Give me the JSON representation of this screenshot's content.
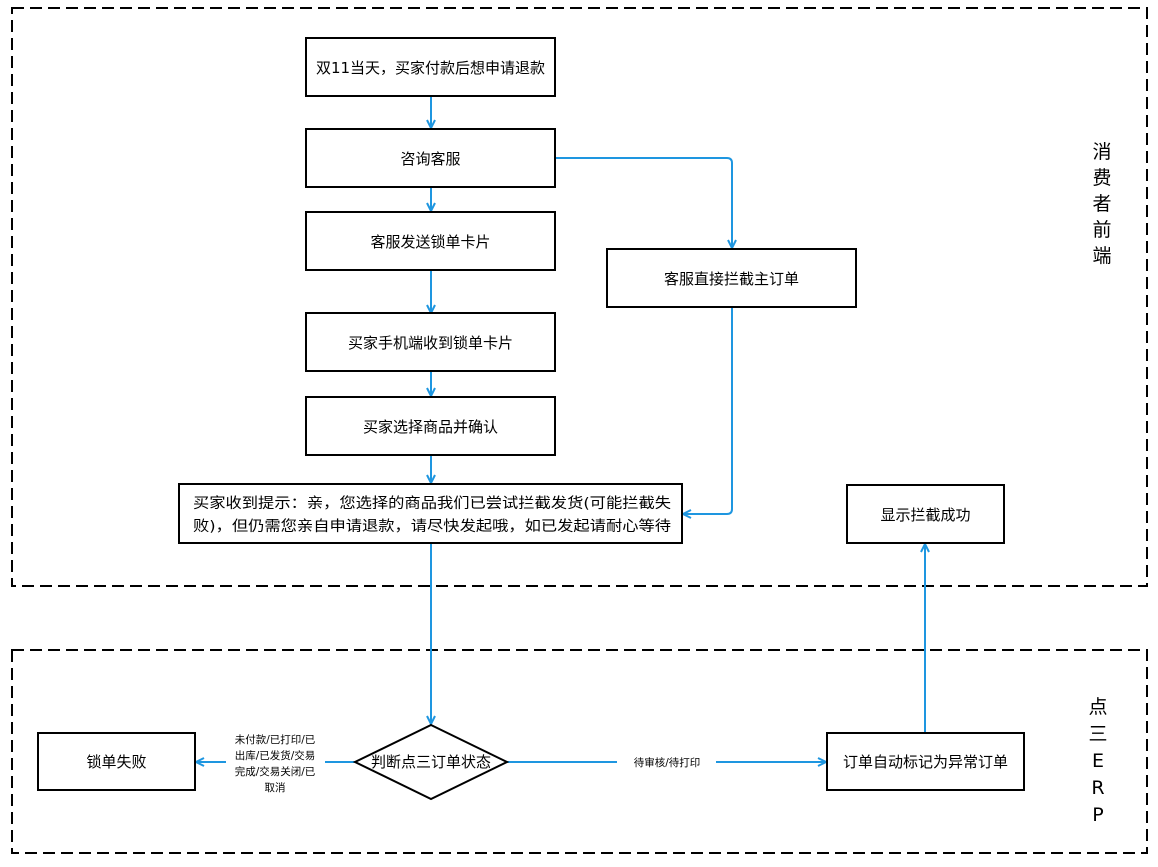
{
  "lanes": {
    "consumer": {
      "label": "消费者前端",
      "chars": [
        "消",
        "费",
        "者",
        "前",
        "端"
      ]
    },
    "erp": {
      "label": "点三ERP",
      "chars": [
        "点",
        "三",
        "E",
        "R",
        "P"
      ]
    }
  },
  "nodes": {
    "start": "双11当天，买家付款后想申请退款",
    "consult": "咨询客服",
    "send_card": "客服发送锁单卡片",
    "receive_card": "买家手机端收到锁单卡片",
    "select_confirm": "买家选择商品并确认",
    "notice_line1": "买家收到提示：亲，您选择的商品我们已尝试拦截发货(可能拦截失",
    "notice_line2": "败)，但仍需您亲自申请退款，请尽快发起哦，如已发起请耐心等待",
    "intercept": "客服直接拦截主订单",
    "show_success": "显示拦截成功",
    "decision": "判断点三订单状态",
    "lock_fail": "锁单失败",
    "mark_abnormal": "订单自动标记为异常订单"
  },
  "edge_labels": {
    "fail_line1": "未付款/已打印/已",
    "fail_line2": "出库/已发货/交易",
    "fail_line3": "完成/交易关闭/已",
    "fail_line4": "取消",
    "pending": "待审核/待打印"
  },
  "colors": {
    "arrow": "#1e96e0",
    "border": "#000000",
    "lane_border": "#000000",
    "text": "#000000"
  }
}
